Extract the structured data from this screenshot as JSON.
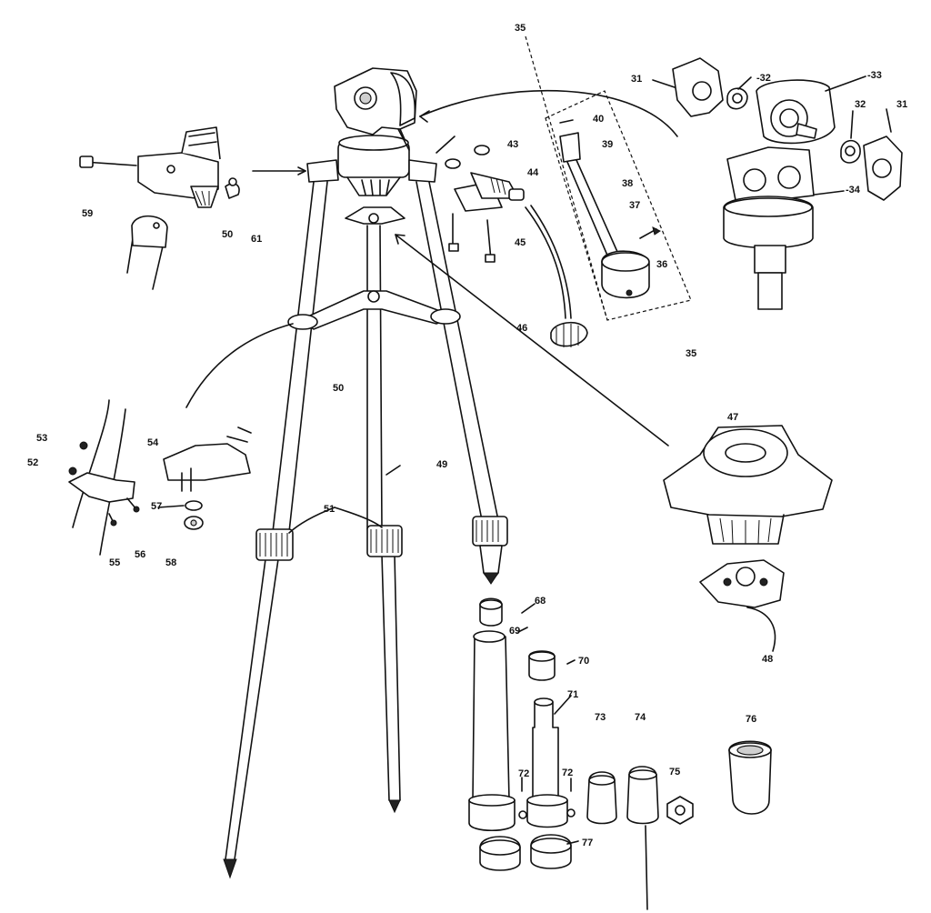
{
  "parts": [
    {
      "key": "p31a",
      "num": "31"
    },
    {
      "key": "p31b",
      "num": "31"
    },
    {
      "key": "p32a",
      "num": "-32"
    },
    {
      "key": "p32b",
      "num": "32"
    },
    {
      "key": "p33",
      "num": "-33"
    },
    {
      "key": "p34",
      "num": "-34"
    },
    {
      "key": "p35a",
      "num": "35"
    },
    {
      "key": "p35b",
      "num": "35"
    },
    {
      "key": "p36",
      "num": "36"
    },
    {
      "key": "p37",
      "num": "37"
    },
    {
      "key": "p38",
      "num": "38"
    },
    {
      "key": "p39",
      "num": "39"
    },
    {
      "key": "p40",
      "num": "40"
    },
    {
      "key": "p43",
      "num": "43"
    },
    {
      "key": "p44",
      "num": "44"
    },
    {
      "key": "p45",
      "num": "45"
    },
    {
      "key": "p46",
      "num": "46"
    },
    {
      "key": "p47",
      "num": "47"
    },
    {
      "key": "p48",
      "num": "48"
    },
    {
      "key": "p49",
      "num": "49"
    },
    {
      "key": "p50a",
      "num": "50"
    },
    {
      "key": "p50b",
      "num": "50"
    },
    {
      "key": "p51",
      "num": "51"
    },
    {
      "key": "p52",
      "num": "52"
    },
    {
      "key": "p53",
      "num": "53"
    },
    {
      "key": "p54",
      "num": "54"
    },
    {
      "key": "p55",
      "num": "55"
    },
    {
      "key": "p56",
      "num": "56"
    },
    {
      "key": "p57",
      "num": "57"
    },
    {
      "key": "p58",
      "num": "58"
    },
    {
      "key": "p59",
      "num": "59"
    },
    {
      "key": "p61",
      "num": "61"
    },
    {
      "key": "p68",
      "num": "68"
    },
    {
      "key": "p69",
      "num": "69"
    },
    {
      "key": "p70",
      "num": "70"
    },
    {
      "key": "p71",
      "num": "71"
    },
    {
      "key": "p72a",
      "num": "72"
    },
    {
      "key": "p72b",
      "num": "72"
    },
    {
      "key": "p73",
      "num": "73"
    },
    {
      "key": "p74",
      "num": "74"
    },
    {
      "key": "p75",
      "num": "75"
    },
    {
      "key": "p76",
      "num": "76"
    },
    {
      "key": "p77",
      "num": "77"
    }
  ],
  "colors": {
    "ink": "#111111",
    "paper": "#ffffff",
    "shade": "#cfcfcf"
  }
}
